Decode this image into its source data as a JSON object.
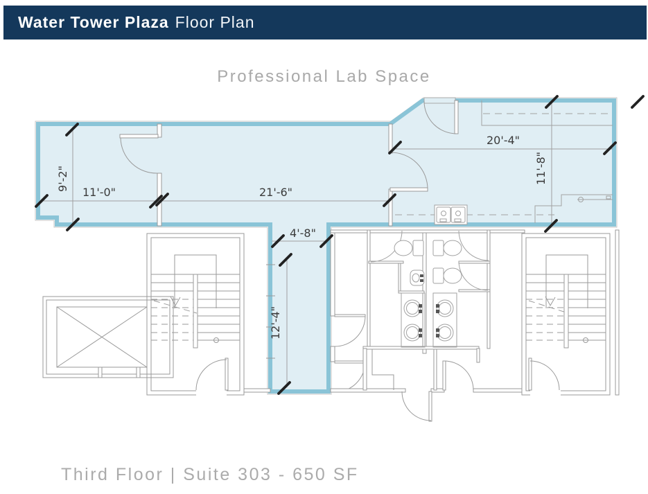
{
  "header": {
    "brand": "Water Tower Plaza",
    "page": "Floor Plan"
  },
  "plan": {
    "title": "Professional Lab Space"
  },
  "footer": {
    "caption": "Third Floor | Suite 303 - 650 SF"
  },
  "dimensions": {
    "room_height": "9'-2\"",
    "room_width": "11'-0\"",
    "corridor_length": "21'-6\"",
    "lab_width": "20'-4\"",
    "lab_height": "11'-8\"",
    "hall_width": "4'-8\"",
    "hall_length": "12'-4\""
  },
  "colors": {
    "header_bg": "#14385B",
    "suite_fill": "#E0EEF4",
    "suite_border": "#8AC4D7",
    "wall_line": "#9A9A9A",
    "tick": "#222222",
    "muted_text": "#ABABAB"
  }
}
